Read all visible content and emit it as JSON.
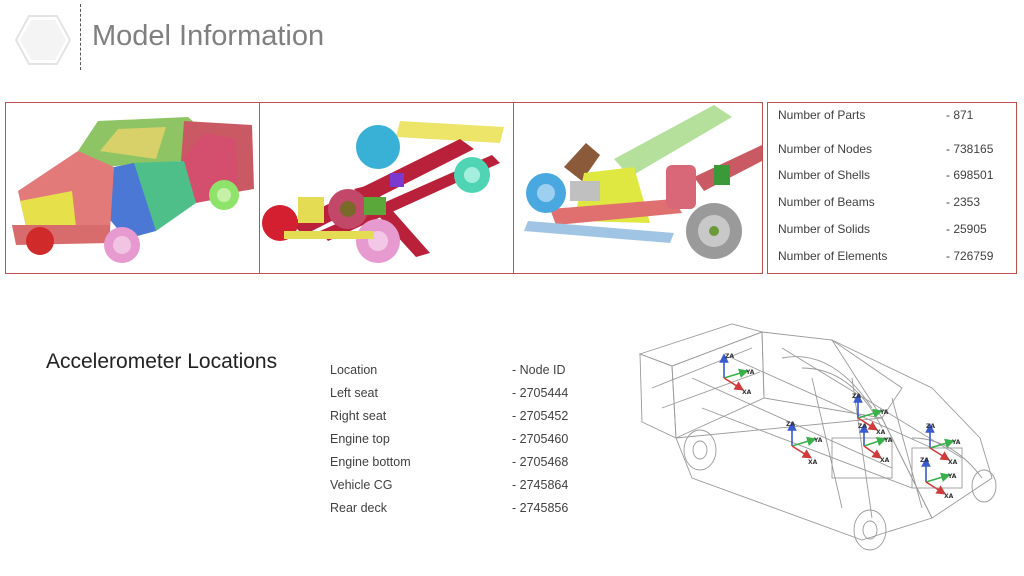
{
  "title": "Model Information",
  "model_stats": [
    {
      "label": "Number of Parts",
      "value": "- 871"
    },
    {
      "label": "Number of Nodes",
      "value": "- 738165"
    },
    {
      "label": "Number of Shells",
      "value": "- 698501"
    },
    {
      "label": "Number of Beams",
      "value": "- 2353"
    },
    {
      "label": "Number of Solids",
      "value": "- 25905"
    },
    {
      "label": "Number of Elements",
      "value": "- 726759"
    }
  ],
  "accelerometer": {
    "title": "Accelerometer Locations",
    "header": {
      "label": "Location",
      "value": "- Node ID"
    },
    "rows": [
      {
        "label": "Left seat",
        "value": "- 2705444"
      },
      {
        "label": "Right seat",
        "value": "- 2705452"
      },
      {
        "label": "Engine top",
        "value": "- 2705460"
      },
      {
        "label": "Engine bottom",
        "value": "- 2705468"
      },
      {
        "label": "Vehicle CG",
        "value": "- 2745864"
      },
      {
        "label": "Rear deck",
        "value": "- 2745856"
      }
    ]
  },
  "axis_labels": {
    "z": "ZA",
    "y": "YA",
    "x": "XA"
  },
  "colors": {
    "border": "#c0504d",
    "title": "#7f7f7f",
    "text": "#404040"
  }
}
